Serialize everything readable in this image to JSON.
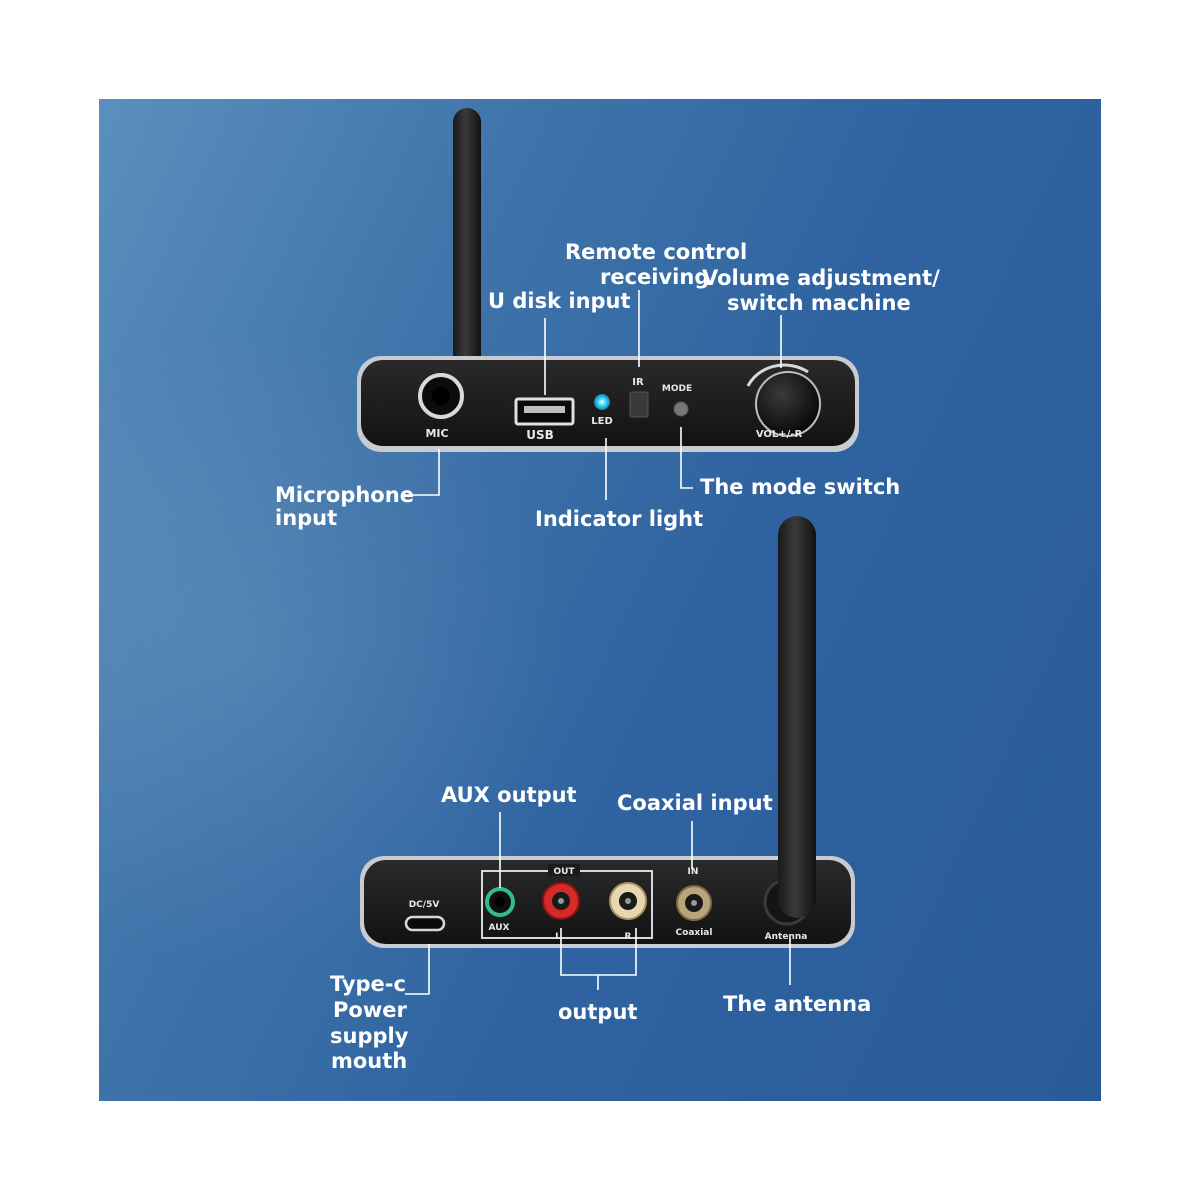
{
  "callouts": {
    "remote_control": "Remote control",
    "receiving": "receiving",
    "volume_adjustment": "Volume adjustment/",
    "switch_machine": "switch machine",
    "u_disk_input": "U disk input",
    "microphone": "Microphone",
    "input": "input",
    "indicator_light": "Indicator light",
    "mode_switch": "The mode switch",
    "aux_output": "AUX output",
    "coaxial_input": "Coaxial input",
    "type_c": "Type-c",
    "power": "Power",
    "supply": "supply",
    "mouth": "mouth",
    "output": "output",
    "antenna": "The antenna"
  },
  "front_panel": {
    "mic": "MIC",
    "usb": "USB",
    "led": "LED",
    "ir": "IR",
    "mode": "MODE",
    "vol": "VOL+/-R"
  },
  "rear_panel": {
    "dc": "DC/5V",
    "out": "OUT",
    "aux": "AUX",
    "left": "L",
    "right": "R",
    "in": "IN",
    "coaxial": "Coaxial",
    "antenna": "Antenna"
  },
  "colors": {
    "background": "#2e62a0",
    "led": "#35d6ff",
    "aux_jack": "#2fbf86",
    "rca_left": "#d62a2a",
    "rca_right": "#e8d6b0",
    "coaxial_jack": "#b8a57a"
  }
}
